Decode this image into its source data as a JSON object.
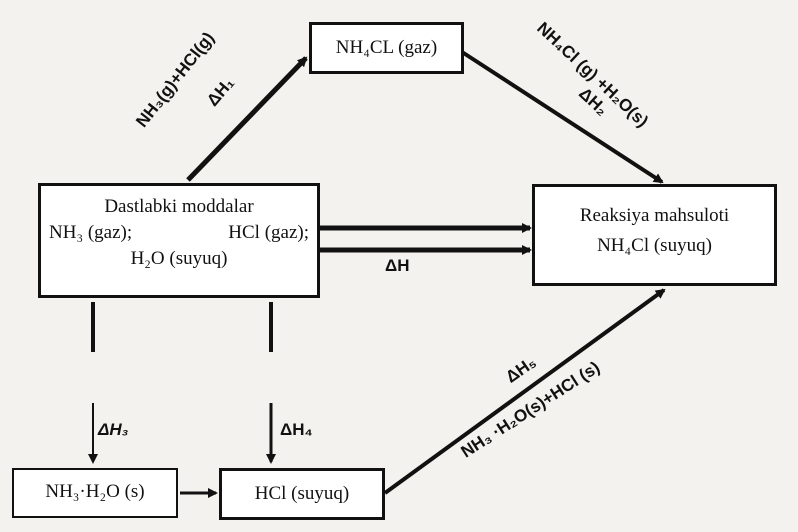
{
  "boxes": {
    "nh4cl_gas": "NH₄CL (gaz)",
    "initial_title": "Dastlabki moddalar",
    "initial_nh3": "NH₃ (gaz);",
    "initial_hcl": "HCl (gaz);",
    "initial_h2o": "H₂O (suyuq)",
    "product_title": "Reaksiya mahsuloti",
    "product_formula": "NH₄Cl (suyuq)",
    "nh3_h2o": "NH₃·H₂O (s)",
    "hcl_liquid": "HCl (suyuq)"
  },
  "labels": {
    "reactants_1": "NH₃(g)+HCl(g)",
    "dh1": "ΔH₁",
    "reactants_2": "NH₄Cl (g) +H₂O(s)",
    "dh2_top": "ΔH₂",
    "dh_main": "ΔH",
    "dh2_left": "ΔH₃",
    "dh4": "ΔH₄",
    "dh5": "ΔH₅",
    "reactants_5": "NH₃ ·H₂O(s)+HCl (s)"
  }
}
